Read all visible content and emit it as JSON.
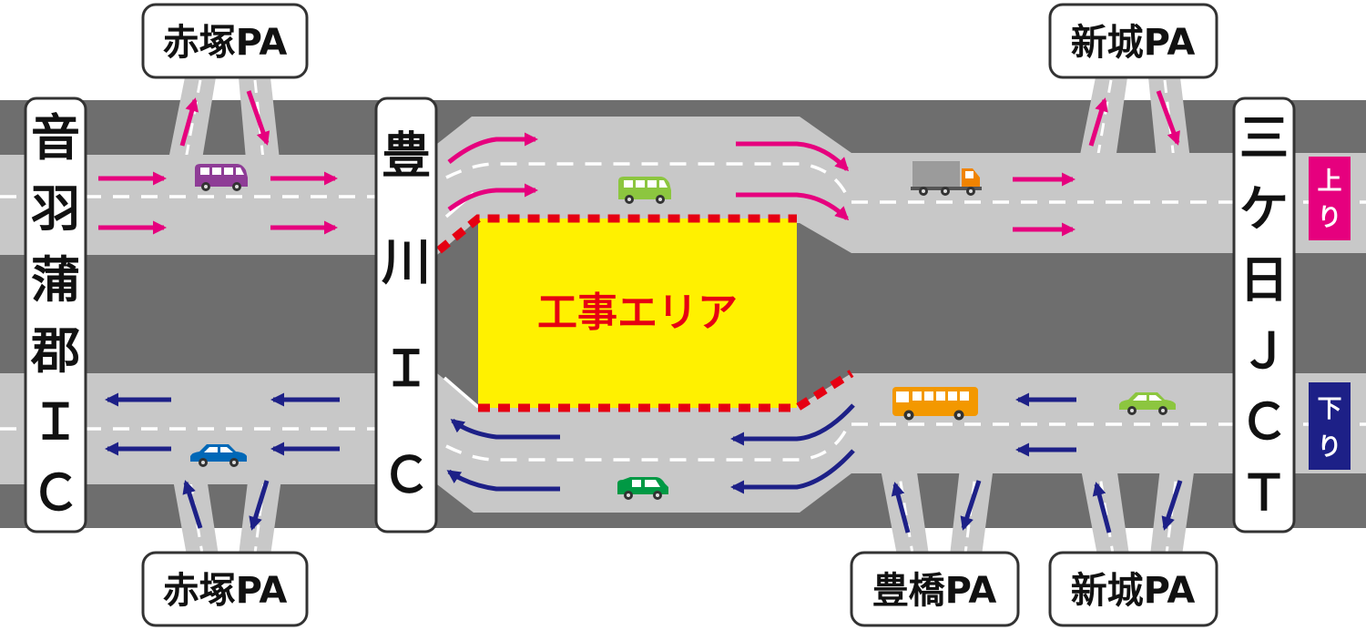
{
  "labels": {
    "left_ic": "音羽蒲郡ＩＣ",
    "middle_ic": "豊川ＩＣ",
    "right_jct": "三ケ日ＪＣＴ",
    "pa_top_left": "赤塚PA",
    "pa_top_right": "新城PA",
    "pa_bottom_left": "赤塚PA",
    "pa_bottom_mid": "豊橋PA",
    "pa_bottom_right": "新城PA",
    "work_area": "工事エリア",
    "dir_up": "上り",
    "dir_down": "下り"
  },
  "colors": {
    "road_dark": "#6e6e6e",
    "road_lane": "#c8c8c8",
    "lane_mark": "#ffffff",
    "arrow_up": "#e6007e",
    "arrow_down": "#1d2087",
    "work_fill": "#fff100",
    "work_border": "#e60012",
    "work_text": "#e60012"
  },
  "icons": [
    "purple-van-icon",
    "green-van-icon",
    "truck-icon",
    "blue-car-icon",
    "green-car-icon",
    "bus-icon",
    "lime-car-icon"
  ]
}
